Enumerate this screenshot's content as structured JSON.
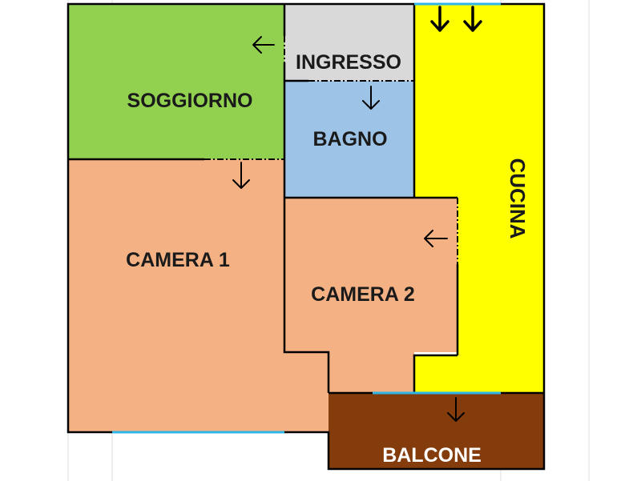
{
  "rooms": {
    "soggiorno": {
      "label": "SOGGIORNO",
      "color": "#92d050"
    },
    "ingresso": {
      "label": "INGRESSO",
      "color": "#d9d9d9"
    },
    "bagno": {
      "label": "BAGNO",
      "color": "#9dc3e6"
    },
    "cucina": {
      "label": "CUCINA",
      "color": "#ffff00"
    },
    "camera1": {
      "label": "CAMERA 1",
      "color": "#f4b183"
    },
    "camera2": {
      "label": "CAMERA 2",
      "color": "#f4b183"
    },
    "balcone": {
      "label": "BALCONE",
      "color": "#843c0c"
    }
  },
  "colors": {
    "wall": "#000000",
    "window": "#2eb4e6"
  }
}
